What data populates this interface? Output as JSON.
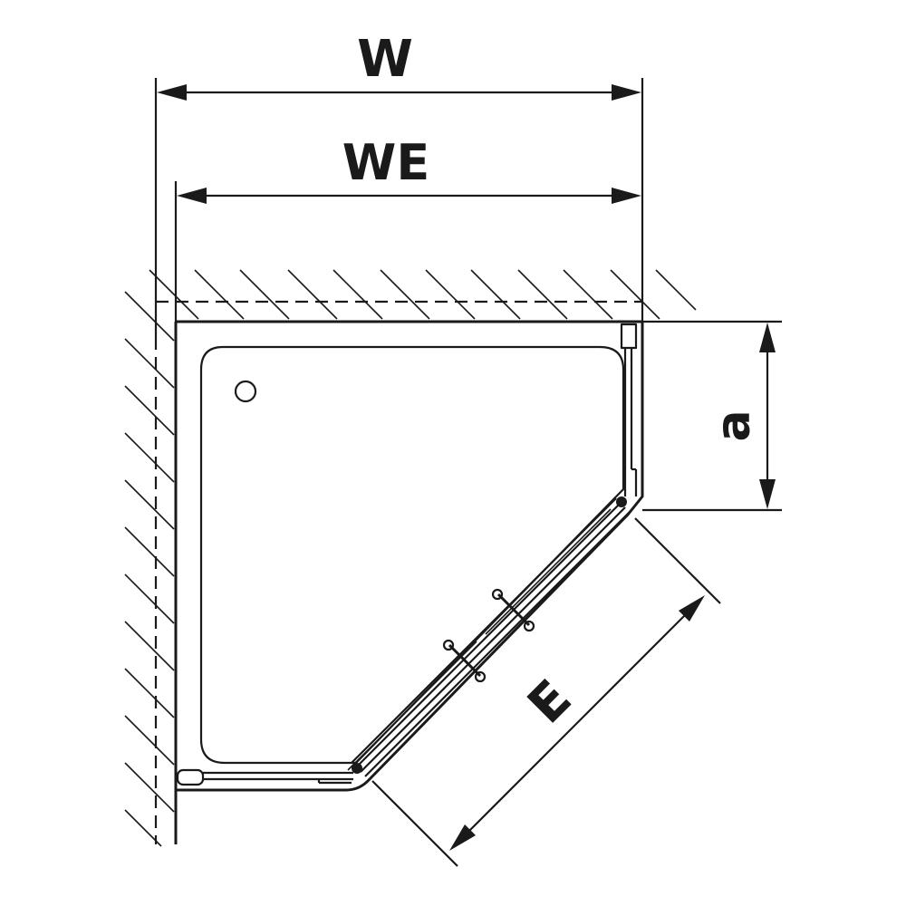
{
  "labels": {
    "w": "W",
    "we": "WE",
    "a": "a",
    "e": "E"
  },
  "colors": {
    "ink": "#1a1a1a",
    "background": "#ffffff"
  }
}
